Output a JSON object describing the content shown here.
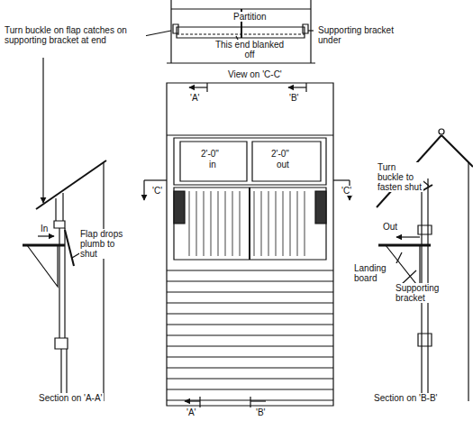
{
  "diagram": {
    "labels": [
      "Turn buckle on flap catches on supporting bracket at end",
      "Partition",
      "Supporting bracket under",
      "This end blanked off",
      "View on 'C-C'",
      "'A'",
      "'B'",
      "'C'",
      "'C'",
      "2'-0\"",
      "in",
      "2'-0\"",
      "out",
      "In",
      "Flap drops plumb to shut",
      "Turn buckle to fasten shut",
      "Out",
      "Landing board",
      "Supporting bracket",
      "'A'",
      "'B'",
      "Section on 'A-A'",
      "Section on 'B-B'"
    ]
  }
}
